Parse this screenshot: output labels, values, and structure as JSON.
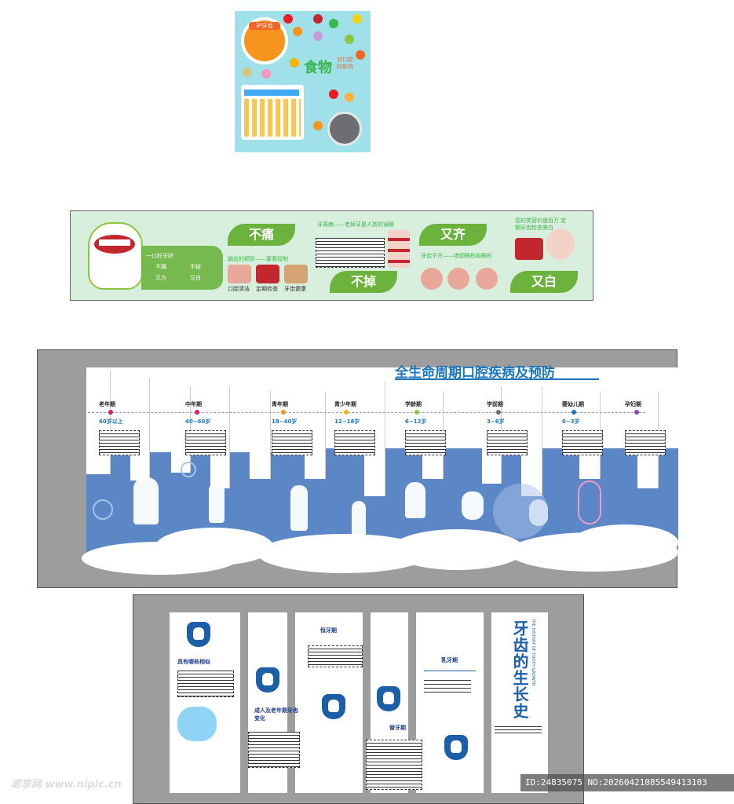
{
  "panel1": {
    "orange_label": "护牙齿",
    "title": "食物",
    "subtitle_line1": "对口腔",
    "subtitle_line2": "的影响"
  },
  "panel2": {
    "handwritten_note": "一口好牙好",
    "col_left": [
      "不痛",
      "又方"
    ],
    "col_right": [
      "不掉",
      "又白"
    ],
    "pill_not_hurt": "不痛",
    "pill_not_fall": "不掉",
    "pill_neat": "又齐",
    "pill_white": "又白",
    "caption_prevention": "龋齿的预防——要看控制",
    "caption_periodontal": "牙周病——老掉牙是人类的误解",
    "caption_uneven": "牙齿不齐——错颌畸形和畸形",
    "caption_white": "您的笑容价值百万 定期牙齿检查美白",
    "photo_captions": [
      "口腔清洁",
      "定期检查",
      "牙齿健康"
    ]
  },
  "panel3": {
    "title": "全生命周期口腔疾病及预防",
    "stages": [
      {
        "name": "老年期",
        "age": "60岁以上",
        "color": "#d6197a"
      },
      {
        "name": "中年期",
        "age": "40~60岁",
        "color": "#d6197a"
      },
      {
        "name": "青年期",
        "age": "18~40岁",
        "color": "#f7941d"
      },
      {
        "name": "青少年期",
        "age": "12~18岁",
        "color": "#f7b500"
      },
      {
        "name": "学龄期",
        "age": "6~12岁",
        "color": "#8cc63f"
      },
      {
        "name": "学前期",
        "age": "3~6岁",
        "color": "#6d6e71"
      },
      {
        "name": "婴幼儿期",
        "age": "0~3岁",
        "color": "#1b75bc"
      },
      {
        "name": "孕妇期",
        "age": "",
        "color": "#8e44ad"
      }
    ]
  },
  "panel4": {
    "vertical_title": "牙齿的生长史",
    "vertical_subtitle": "THE HISTORY OF TOOTH GROWTH",
    "labels": {
      "col1": "具有哪些相似",
      "col2": "成人及老年期牙齿变化",
      "col3": "恒牙期",
      "col4": "替牙期",
      "col5": "乳牙期"
    }
  },
  "watermark": {
    "site": "昵享网 www.nipic.cn",
    "id_text": "ID:24835075 NO:20260421085549413103"
  }
}
